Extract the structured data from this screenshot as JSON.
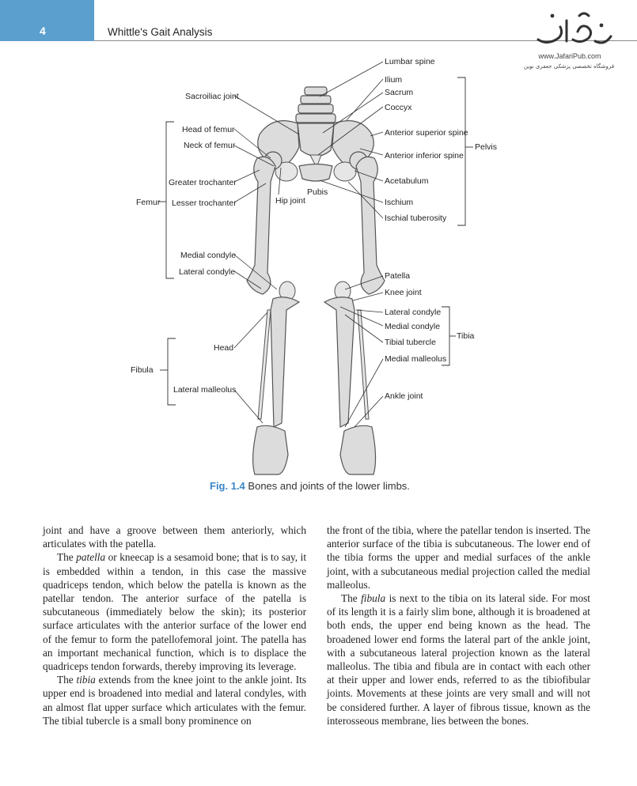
{
  "header": {
    "page_number": "4",
    "running_head": "Whittle's Gait Analysis",
    "logo_url": "www.JafariPub.com",
    "logo_tagline": "فروشگاه تخصصی پزشکی جعفری نوین"
  },
  "figure": {
    "labels": {
      "lumbar_spine": "Lumbar spine",
      "ilium": "Ilium",
      "sacrum": "Sacrum",
      "coccyx": "Coccyx",
      "sacroiliac_joint": "Sacroiliac joint",
      "anterior_superior_spine": "Anterior superior spine",
      "anterior_inferior_spine": "Anterior inferior spine",
      "pelvis": "Pelvis",
      "head_of_femur": "Head of femur",
      "neck_of_femur": "Neck of femur",
      "greater_trochanter": "Greater trochanter",
      "lesser_trochanter": "Lesser trochanter",
      "femur": "Femur",
      "acetabulum": "Acetabulum",
      "pubis": "Pubis",
      "hip_joint": "Hip joint",
      "ischium": "Ischium",
      "ischial_tuberosity": "Ischial tuberosity",
      "medial_condyle_femur": "Medial condyle",
      "lateral_condyle_femur": "Lateral condyle",
      "patella": "Patella",
      "knee_joint": "Knee joint",
      "lateral_condyle_tibia": "Lateral condyle",
      "medial_condyle_tibia": "Medial condyle",
      "tibial_tubercle": "Tibial tubercle",
      "tibia": "Tibia",
      "medial_malleolus": "Medial malleolus",
      "head_fibula": "Head",
      "fibula": "Fibula",
      "lateral_malleolus": "Lateral malleolus",
      "ankle_joint": "Ankle joint"
    },
    "caption_label": "Fig. 1.4",
    "caption_text": "Bones and joints of the lower limbs."
  },
  "body": {
    "col1": {
      "p1": "joint and have a groove between them anteriorly, which articulates with the patella.",
      "p2_start": "The ",
      "p2_term": "patella",
      "p2_rest": " or kneecap is a sesamoid bone; that is to say, it is embedded within a tendon, in this case the massive quadriceps tendon, which below the patella is known as the patellar tendon. The anterior surface of the patella is subcutaneous (immediately below the skin); its posterior surface articulates with the anterior surface of the lower end of the femur to form the patellofemoral joint. The patella has an important mechanical function, which is to displace the quadriceps tendon forwards, thereby improving its leverage.",
      "p3_start": "The ",
      "p3_term": "tibia",
      "p3_rest": " extends from the knee joint to the ankle joint. Its upper end is broadened into medial and lateral condyles, with an almost flat upper surface which articulates with the femur. The tibial tubercle is a small bony prominence on"
    },
    "col2": {
      "p1": "the front of the tibia, where the patellar tendon is inserted. The anterior surface of the tibia is subcutaneous. The lower end of the tibia forms the upper and medial surfaces of the ankle joint, with a subcutaneous medial projection called the medial malleolus.",
      "p2_start": "The ",
      "p2_term": "fibula",
      "p2_rest": " is next to the tibia on its lateral side. For most of its length it is a fairly slim bone, although it is broadened at both ends, the upper end being known as the head. The broadened lower end forms the lateral part of the ankle joint, with a subcutaneous lateral projection known as the lateral malleolus. The tibia and fibula are in contact with each other at their upper and lower ends, referred to as the tibiofibular joints. Movements at these joints are very small and will not be considered further. A layer of fibrous tissue, known as the interosseous membrane, lies between the bones."
    }
  }
}
